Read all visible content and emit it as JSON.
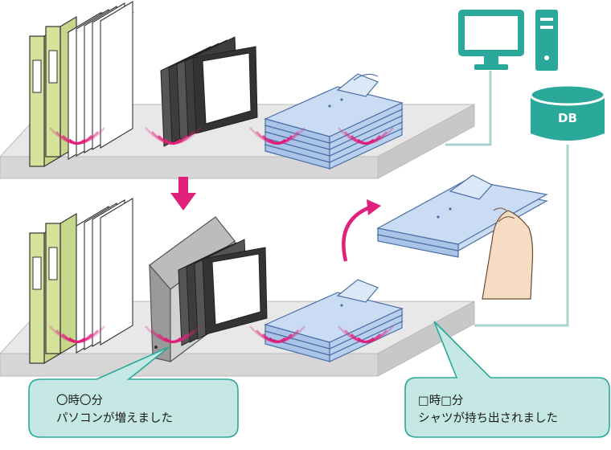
{
  "database": {
    "label": "DB"
  },
  "callouts": {
    "left": {
      "line1": "〇時〇分",
      "line2": "パソコンが増えました"
    },
    "right": {
      "line1": "□時□分",
      "line2": "シャツが持ち出されました"
    }
  },
  "colors": {
    "accent_magenta": "#e0207a",
    "teal": "#2aa89a",
    "callout_fill": "#c5e8e4",
    "shirt_blue": "#c9dcf4",
    "binder_green": "#d4e29c",
    "shelf_gray": "#e4e4e4"
  },
  "icons": [
    "desktop-computer-icon",
    "database-icon",
    "rfid-wave-icon",
    "down-arrow-icon",
    "curved-arrow-icon"
  ]
}
